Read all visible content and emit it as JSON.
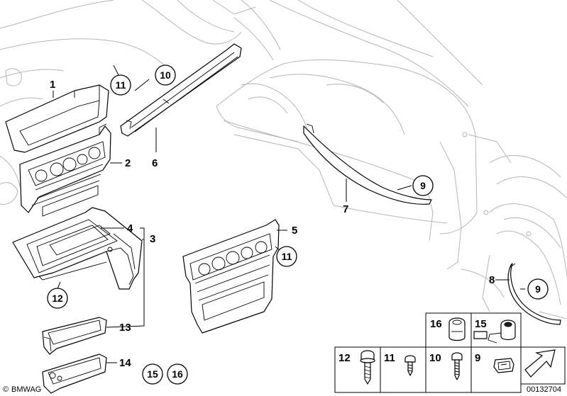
{
  "labels": {
    "l1": "1",
    "l2": "2",
    "l3": "3",
    "l4": "4",
    "l5": "5",
    "l6": "6",
    "l7": "7",
    "l8": "8",
    "l13": "13",
    "l14": "14"
  },
  "circled": {
    "c11a": "11",
    "c10a": "10",
    "c9a": "9",
    "c11b": "11",
    "c12": "12",
    "c9b": "9",
    "c15": "15",
    "c16": "16"
  },
  "hardware": {
    "h16": "16",
    "h15": "15",
    "h12": "12",
    "h11": "11",
    "h10": "10",
    "h9": "9"
  },
  "footer": {
    "brand": "BMWAG",
    "copyright_symbol": "©",
    "diagram_id": "00132704"
  },
  "icons": [
    "direction-arrow-icon",
    "bmw-copyright-icon"
  ]
}
